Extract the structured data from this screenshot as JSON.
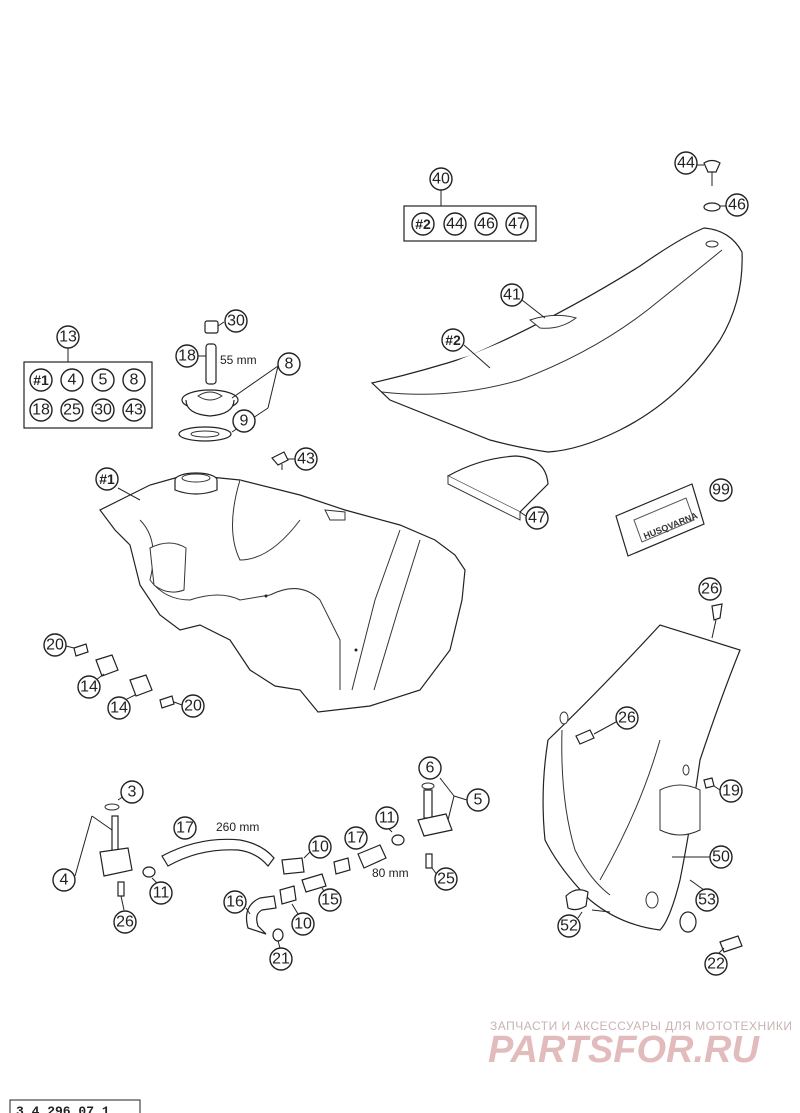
{
  "callouts": {
    "c13": "13",
    "c_h1_kit": "#1",
    "c4_kit": "4",
    "c5_kit": "5",
    "c8_kit": "8",
    "c18_kit": "18",
    "c25_kit": "25",
    "c30_kit": "30",
    "c43_kit": "43",
    "c30": "30",
    "c18": "18",
    "c8": "8",
    "c9": "9",
    "c43": "43",
    "c_h1": "#1",
    "c20a": "20",
    "c14a": "14",
    "c14b": "14",
    "c20b": "20",
    "c40": "40",
    "c_h2_kit": "#2",
    "c44_kit": "44",
    "c46_kit": "46",
    "c47_kit": "47",
    "c44": "44",
    "c46": "46",
    "c41": "41",
    "c_h2": "#2",
    "c47": "47",
    "c99": "99",
    "c26a": "26",
    "c26b": "26",
    "c19": "19",
    "c50": "50",
    "c53": "53",
    "c52": "52",
    "c22": "22",
    "c3": "3",
    "c4": "4",
    "c26c": "26",
    "c11a": "11",
    "c17a": "17",
    "c10a": "10",
    "c17b": "17",
    "c11b": "11",
    "c6": "6",
    "c5": "5",
    "c25": "25",
    "c15": "15",
    "c10b": "10",
    "c16": "16",
    "c21": "21"
  },
  "dimensions": {
    "hose_55": "55 mm",
    "hose_260": "260 mm",
    "hose_80": "80 mm"
  },
  "decal_text": "HUSQVARNA",
  "watermark": {
    "line1": "ЗАПЧАСТИ И АКСЕССУАРЫ ДЛЯ МОТОТЕХНИКИ",
    "line2": "PARTSFOR.RU"
  },
  "diagram_code": "3.4.296.07.1"
}
